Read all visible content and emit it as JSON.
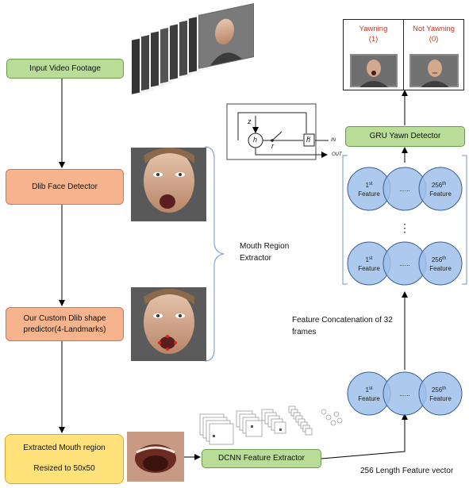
{
  "boxes": {
    "input": "Input Video Footage",
    "dlib": "Dlib Face Detector",
    "custom_line1": "Our Custom Dlib shape",
    "custom_line2": "predictor(4-Landmarks)",
    "extracted_line1": "Extracted Mouth region",
    "extracted_line2": "Resized to 50x50",
    "dcnn": "DCNN Feature Extractor",
    "gru": "GRU Yawn Detector"
  },
  "labels": {
    "mouth_region_line1": "Mouth Region",
    "mouth_region_line2": "Extractor",
    "concat_line1": "Feature Concatenation of 32",
    "concat_line2": "frames",
    "feature_vector": "256 Length Feature vector"
  },
  "feature_circles": {
    "first_num": "1",
    "first_sup": "st",
    "first_word": "Feature",
    "middle": "......",
    "last_num": "256",
    "last_sup": "th",
    "last_word": "Feature",
    "vertical_dots": "⋮"
  },
  "output": {
    "yawning_title": "Yawning",
    "yawning_value": "(1)",
    "not_yawning_title": "Not Yawning",
    "not_yawning_value": "(0)"
  },
  "gru_cell": {
    "z": "z",
    "h": "h",
    "r": "r",
    "h_tilde": "h̃",
    "in": "IN",
    "out": "OUT"
  },
  "colors": {
    "green": "#b9dd99",
    "orange": "#f5b48e",
    "yellow": "#ffe27a",
    "circle_fill": "#9fc0ea",
    "circle_stroke": "#3a5f95",
    "output_title": "#c0392b",
    "bracket": "#6f93c7"
  }
}
